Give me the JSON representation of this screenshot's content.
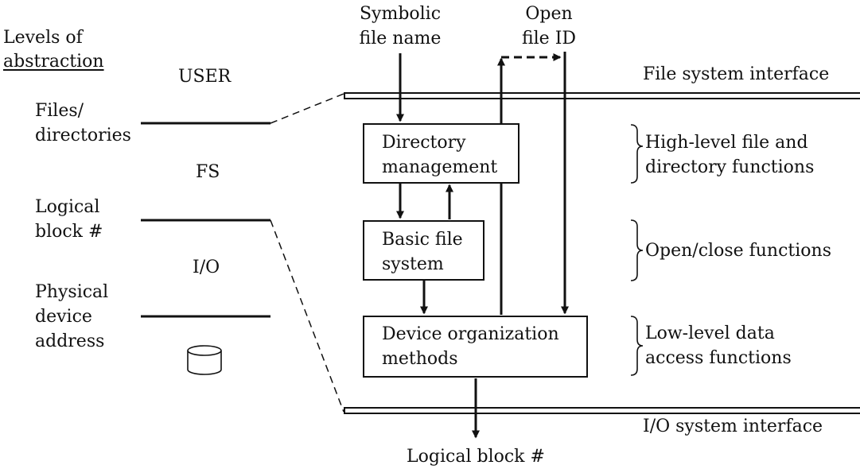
{
  "left_panel": {
    "heading_line1": "Levels of",
    "heading_line2": "abstraction",
    "files_dirs": [
      "Files/",
      "directories"
    ],
    "logical_block": [
      "Logical",
      "block #"
    ],
    "physical_addr": [
      "Physical",
      "device",
      "address"
    ]
  },
  "layers": {
    "user": "USER",
    "fs": "FS",
    "io": "I/O"
  },
  "inputs": {
    "symbolic": [
      "Symbolic",
      "file name"
    ],
    "open_id": [
      "Open",
      "file ID"
    ]
  },
  "boxes": {
    "directory_mgmt": [
      "Directory",
      "management"
    ],
    "basic_fs": [
      "Basic file",
      "system"
    ],
    "device_org": [
      "Device organization",
      "methods"
    ]
  },
  "interfaces": {
    "top": "File system interface",
    "bottom": "I/O system interface"
  },
  "functions": {
    "high_level": [
      "High-level file and",
      "directory functions"
    ],
    "open_close": [
      "Open/close functions"
    ],
    "low_level": [
      "Low-level data",
      "access functions"
    ]
  },
  "output": {
    "logical_block": "Logical block #"
  },
  "icons": {
    "storage": "disk-cylinder-icon"
  }
}
